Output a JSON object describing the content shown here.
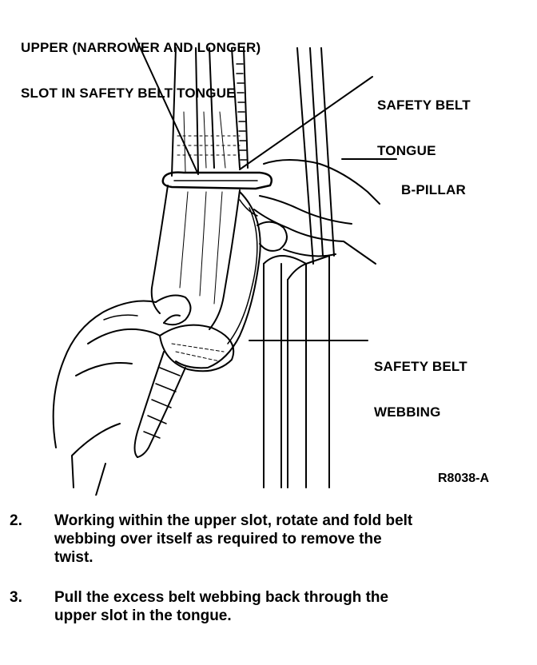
{
  "figure": {
    "callouts": {
      "upper_slot": [
        "UPPER (NARROWER AND LONGER)",
        "SLOT IN SAFETY BELT TONGUE"
      ],
      "tongue": [
        "SAFETY BELT",
        "TONGUE"
      ],
      "pillar": [
        "B-PILLAR"
      ],
      "webbing": [
        "SAFETY BELT",
        "WEBBING"
      ]
    },
    "figure_id": "R8038-A"
  },
  "steps": [
    {
      "number": "2.",
      "text": "Working within the upper slot, rotate and fold belt\nwebbing over itself as required to remove the\ntwist."
    },
    {
      "number": "3.",
      "text": "Pull the excess belt webbing back through the\nupper slot in the tongue."
    }
  ]
}
